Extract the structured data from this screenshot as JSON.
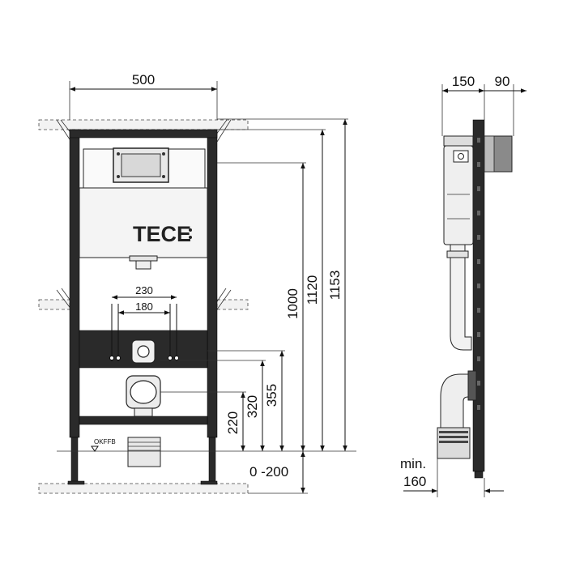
{
  "front_view": {
    "brand_label": "TECE",
    "floor_label": "OKFFB",
    "dimensions": {
      "frame_width": "500",
      "outer_pipe_spacing": "230",
      "inner_pipe_spacing": "180",
      "height_flush_plate": "1000",
      "height_upper_fixing": "1120",
      "height_total": "1153",
      "height_support": "355",
      "height_outlet_center": "320",
      "height_drain": "220",
      "foot_adjustment": "0 -200"
    }
  },
  "side_view": {
    "dimensions": {
      "depth_frame": "150",
      "depth_cistern": "90",
      "min_label": "min.",
      "min_value": "160"
    }
  },
  "colors": {
    "frame": "#2a2a2a",
    "line": "#111111",
    "panel": "#f4f4f4"
  }
}
